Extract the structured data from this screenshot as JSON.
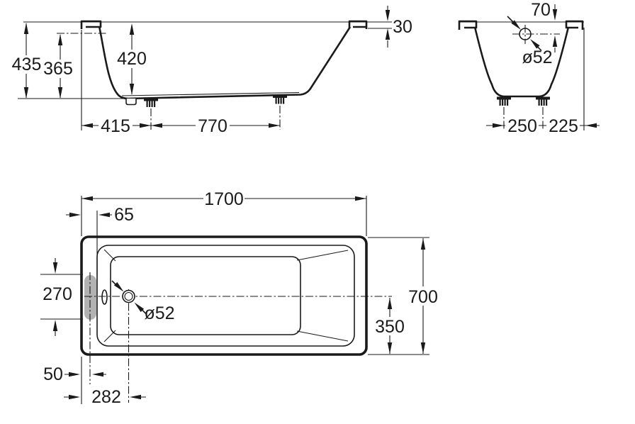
{
  "side_view": {
    "dims": {
      "total_height": "435",
      "inner_height": "365",
      "depth": "420",
      "rim_thickness": "30",
      "edge_to_foot": "415",
      "foot_spacing": "770"
    }
  },
  "end_view": {
    "dims": {
      "rim_to_overflow": "70",
      "overflow_diameter": "ø52",
      "foot_spacing": "250",
      "foot_to_edge": "225"
    }
  },
  "plan_view": {
    "dims": {
      "length": "1700",
      "edge_to_inner_wall": "65",
      "overflow_slot_length": "270",
      "drain_diameter": "ø52",
      "width": "700",
      "center_to_edge": "350",
      "edge_to_overflow_center": "50",
      "edge_to_drain_center": "282"
    }
  },
  "colors": {
    "line": "#1a1a1a",
    "overflow_fill": "#b2b2b2",
    "background": "#ffffff"
  }
}
